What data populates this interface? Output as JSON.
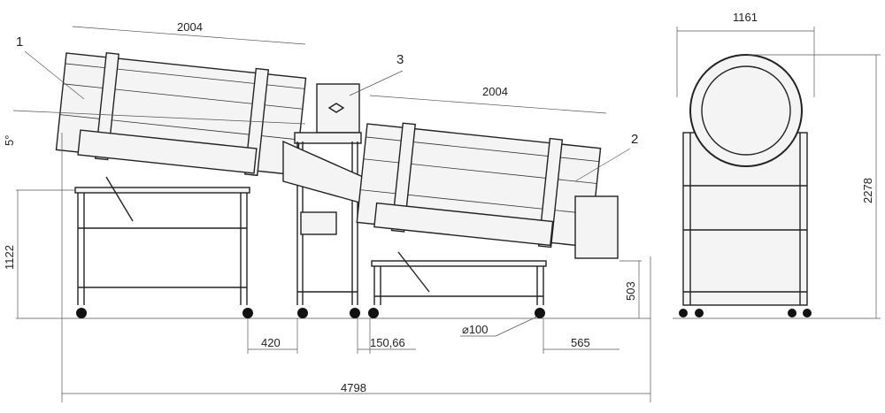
{
  "callouts": {
    "item1": "1",
    "item2": "2",
    "item3": "3"
  },
  "dimensions": {
    "drum1_length": "2004",
    "drum2_length": "2004",
    "tilt_angle": "5°",
    "stand_height": "1122",
    "gap_420": "420",
    "gap_150": "150,66",
    "wheel_diameter": "⌀100",
    "overhang_565": "565",
    "stand2_height": "503",
    "total_length": "4798",
    "side_width": "1161",
    "total_height": "2278"
  }
}
